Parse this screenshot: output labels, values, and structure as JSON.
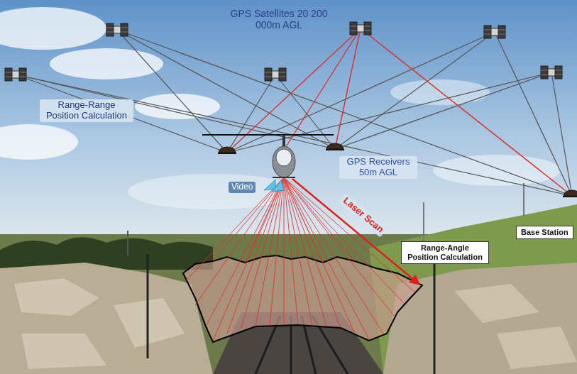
{
  "diagram": {
    "nodes": [
      {
        "text": [
          "Base Station"
        ]
      },
      {
        "text": [
          "Range-Angle Position Calculation"
        ]
      }
    ],
    "labels": [
      "GPS Satellites 20 200 000m AGL",
      "Range-Range Position Calculation",
      "GPS Receivers 50m AGL",
      "Video",
      "Laser Scan"
    ]
  }
}
